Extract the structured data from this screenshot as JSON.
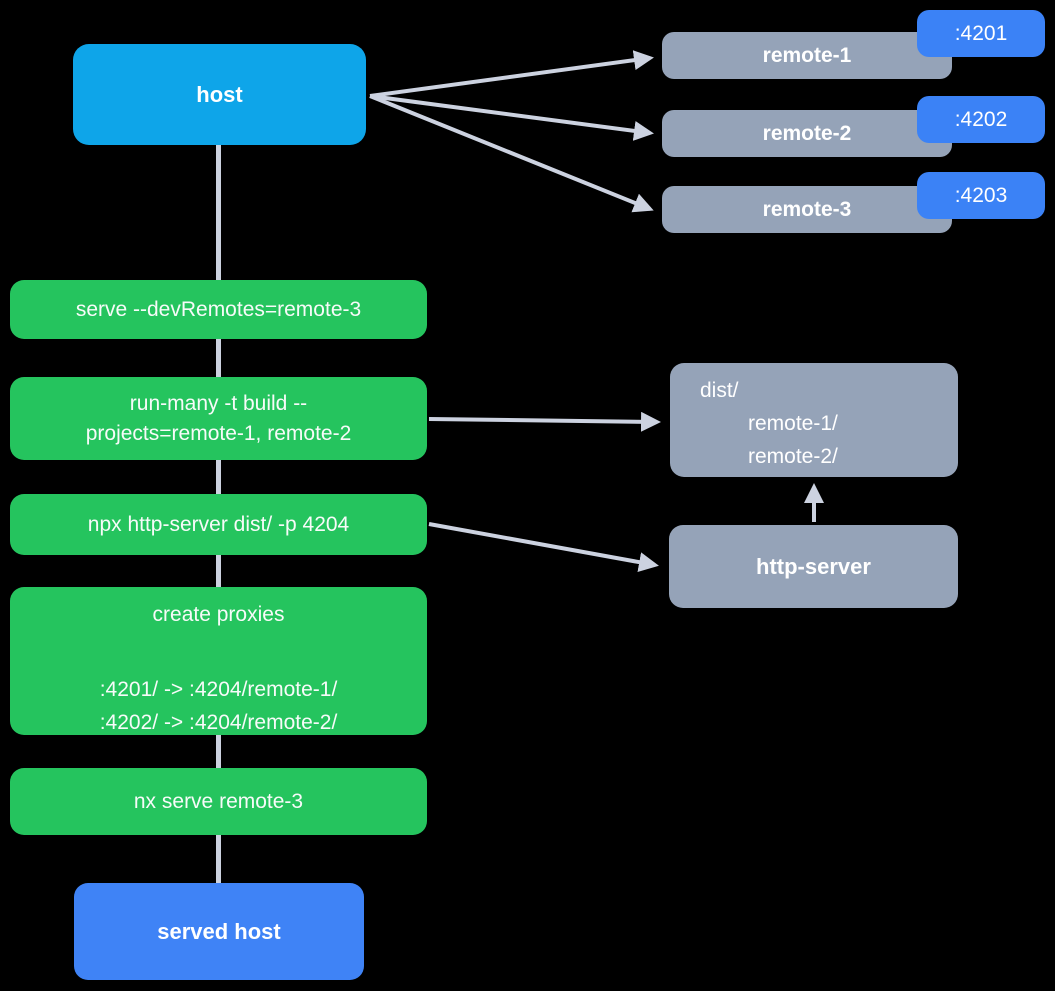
{
  "colors": {
    "background": "#000000",
    "host": "#0ea5e9",
    "remote": "#95a3b8",
    "badge": "#3b82f6",
    "command": "#25c45e",
    "served_host": "#3f83f6",
    "connector": "#ccd2e0",
    "text": "#ffffff"
  },
  "host": {
    "label": "host"
  },
  "remotes": [
    {
      "name": "remote-1",
      "port": ":4201"
    },
    {
      "name": "remote-2",
      "port": ":4202"
    },
    {
      "name": "remote-3",
      "port": ":4203"
    }
  ],
  "commands": {
    "serve": "serve --devRemotes=remote-3",
    "run_many_line1": "run-many -t build --",
    "run_many_line2": "projects=remote-1, remote-2",
    "http_server": "npx http-server dist/ -p 4204",
    "proxies_title": "create proxies",
    "proxies_line1": ":4201/ -> :4204/remote-1/",
    "proxies_line2": ":4202/ -> :4204/remote-2/",
    "nx_serve": "nx serve remote-3"
  },
  "dist": {
    "root": "dist/",
    "children": [
      "remote-1/",
      "remote-2/"
    ]
  },
  "http_server_node": {
    "label": "http-server"
  },
  "served_host": {
    "label": "served host"
  }
}
